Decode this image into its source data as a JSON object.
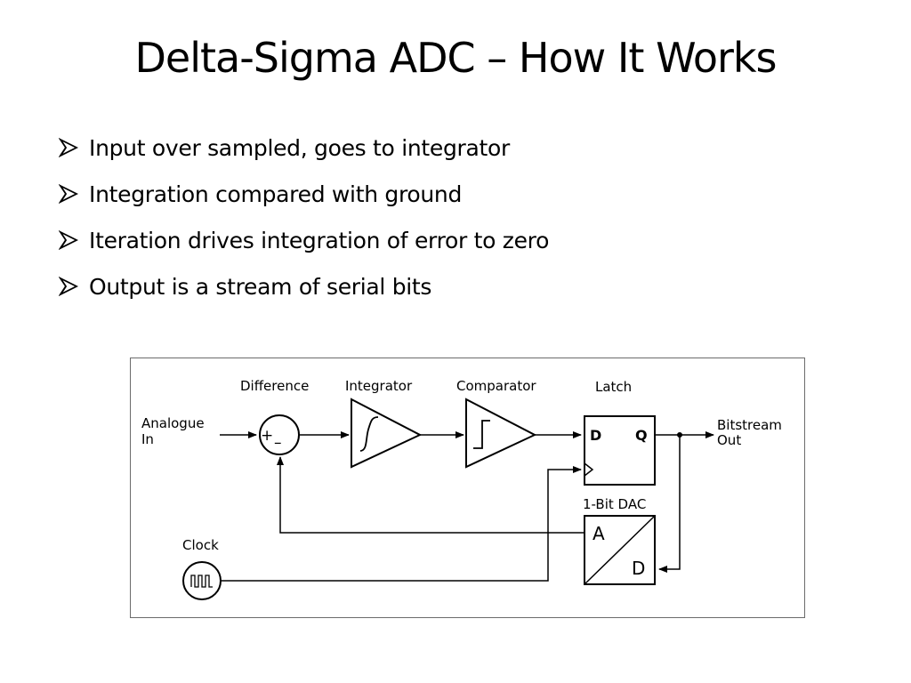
{
  "slide": {
    "title": "Delta-Sigma ADC – How It Works",
    "bullets": [
      "Input over sampled, goes to integrator",
      "Integration compared with ground",
      "Iteration drives integration of error to zero",
      "Output is a stream of serial bits"
    ]
  },
  "diagram": {
    "labels": {
      "difference": "Difference",
      "integrator": "Integrator",
      "comparator": "Comparator",
      "latch": "Latch",
      "analogue_in_1": "Analogue",
      "analogue_in_2": "In",
      "bitstream_out_1": "Bitstream",
      "bitstream_out_2": "Out",
      "dac": "1-Bit DAC",
      "clock": "Clock",
      "plus": "+",
      "minus": "–",
      "latch_d": "D",
      "latch_q": "Q",
      "dac_a": "A",
      "dac_d": "D"
    }
  }
}
